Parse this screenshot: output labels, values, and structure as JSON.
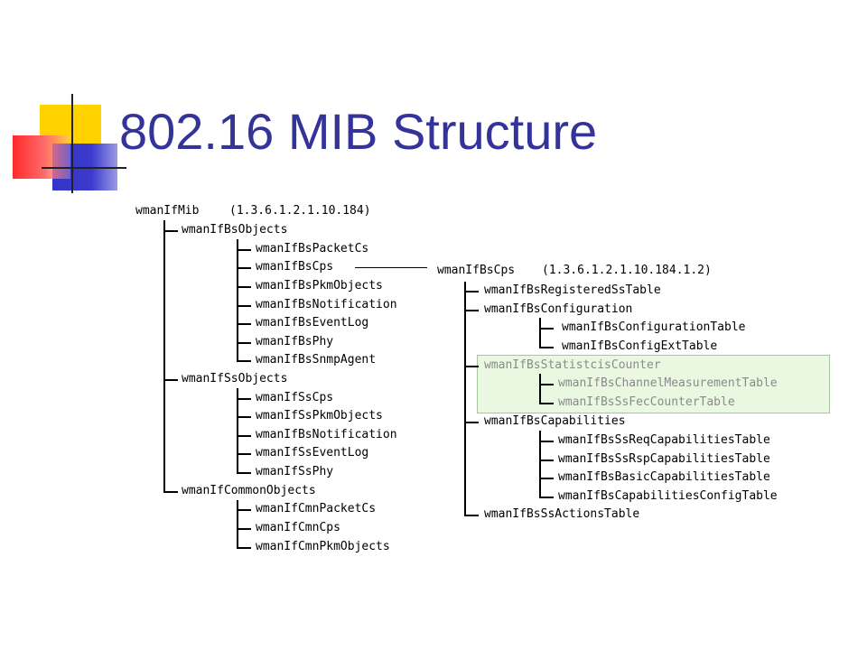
{
  "slide": {
    "title": "802.16 MIB Structure",
    "accent_colors": {
      "yellow": "#ffd200",
      "blue": "#3a3acd",
      "red": "#ff4040",
      "title": "#33339a",
      "highlight": "#eaf8e2"
    }
  },
  "tree_left": {
    "root": {
      "name": "wmanIfMib",
      "oid": "(1.3.6.1.2.1.10.184)"
    },
    "groups": [
      {
        "label": "wmanIfBsObjects",
        "children": [
          "wmanIfBsPacketCs",
          "wmanIfBsCps",
          "wmanIfBsPkmObjects",
          "wmanIfBsNotification",
          "wmanIfBsEventLog",
          "wmanIfBsPhy",
          "wmanIfBsSnmpAgent"
        ]
      },
      {
        "label": "wmanIfSsObjects",
        "children": [
          "wmanIfSsCps",
          "wmanIfSsPkmObjects",
          "wmanIfBsNotification",
          "wmanIfSsEventLog",
          "wmanIfSsPhy"
        ]
      },
      {
        "label": "wmanIfCommonObjects",
        "children": [
          "wmanIfCmnPacketCs",
          "wmanIfCmnCps",
          "wmanIfCmnPkmObjects"
        ]
      }
    ]
  },
  "tree_right": {
    "root": {
      "name": "wmanIfBsCps",
      "oid": "(1.3.6.1.2.1.10.184.1.2)"
    },
    "groups": [
      {
        "label": "wmanIfBsRegisteredSsTable",
        "children": []
      },
      {
        "label": "wmanIfBsConfiguration",
        "children": [
          "wmanIfBsConfigurationTable",
          "wmanIfBsConfigExtTable"
        ]
      },
      {
        "label": "wmanIfBsStatistcisCounter",
        "highlighted": true,
        "children": [
          "wmanIfBsChannelMeasurementTable",
          "wmanIfBsSsFecCounterTable"
        ]
      },
      {
        "label": "wmanIfBsCapabilities",
        "children": [
          "wmanIfBsSsReqCapabilitiesTable",
          "wmanIfBsSsRspCapabilitiesTable",
          "wmanIfBsBasicCapabilitiesTable",
          "wmanIfBsCapabilitiesConfigTable"
        ]
      },
      {
        "label": "wmanIfBsSsActionsTable",
        "children": []
      }
    ]
  }
}
